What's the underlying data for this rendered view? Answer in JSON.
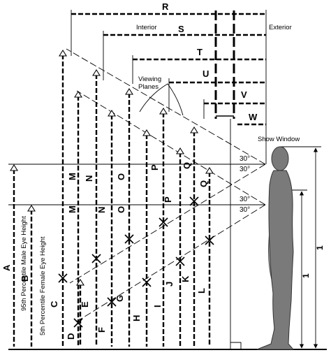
{
  "diagram": {
    "horizontal_dimensions": [
      "R",
      "S",
      "T",
      "U",
      "V",
      "W"
    ],
    "left_dimensions": [
      "A",
      "B",
      "C",
      "D",
      "E",
      "F",
      "G",
      "H",
      "I",
      "J",
      "K",
      "L"
    ],
    "upper_target_labels": [
      "M",
      "N",
      "O",
      "P",
      "Q"
    ],
    "lower_target_labels": [
      "M",
      "N",
      "O",
      "P",
      "Q"
    ],
    "interior_label": "Interior",
    "exterior_label": "Exterior",
    "viewing_planes_label": "Viewing\nPlanes",
    "show_window_label": "Show Window",
    "angle_labels": [
      "30°",
      "30°",
      "30°",
      "30°"
    ],
    "male_eye_label": "95th Percentile Male Eye Height",
    "female_eye_label": "5th Percentile Female Eye Height",
    "right_dim_labels": [
      "1",
      "1"
    ]
  }
}
